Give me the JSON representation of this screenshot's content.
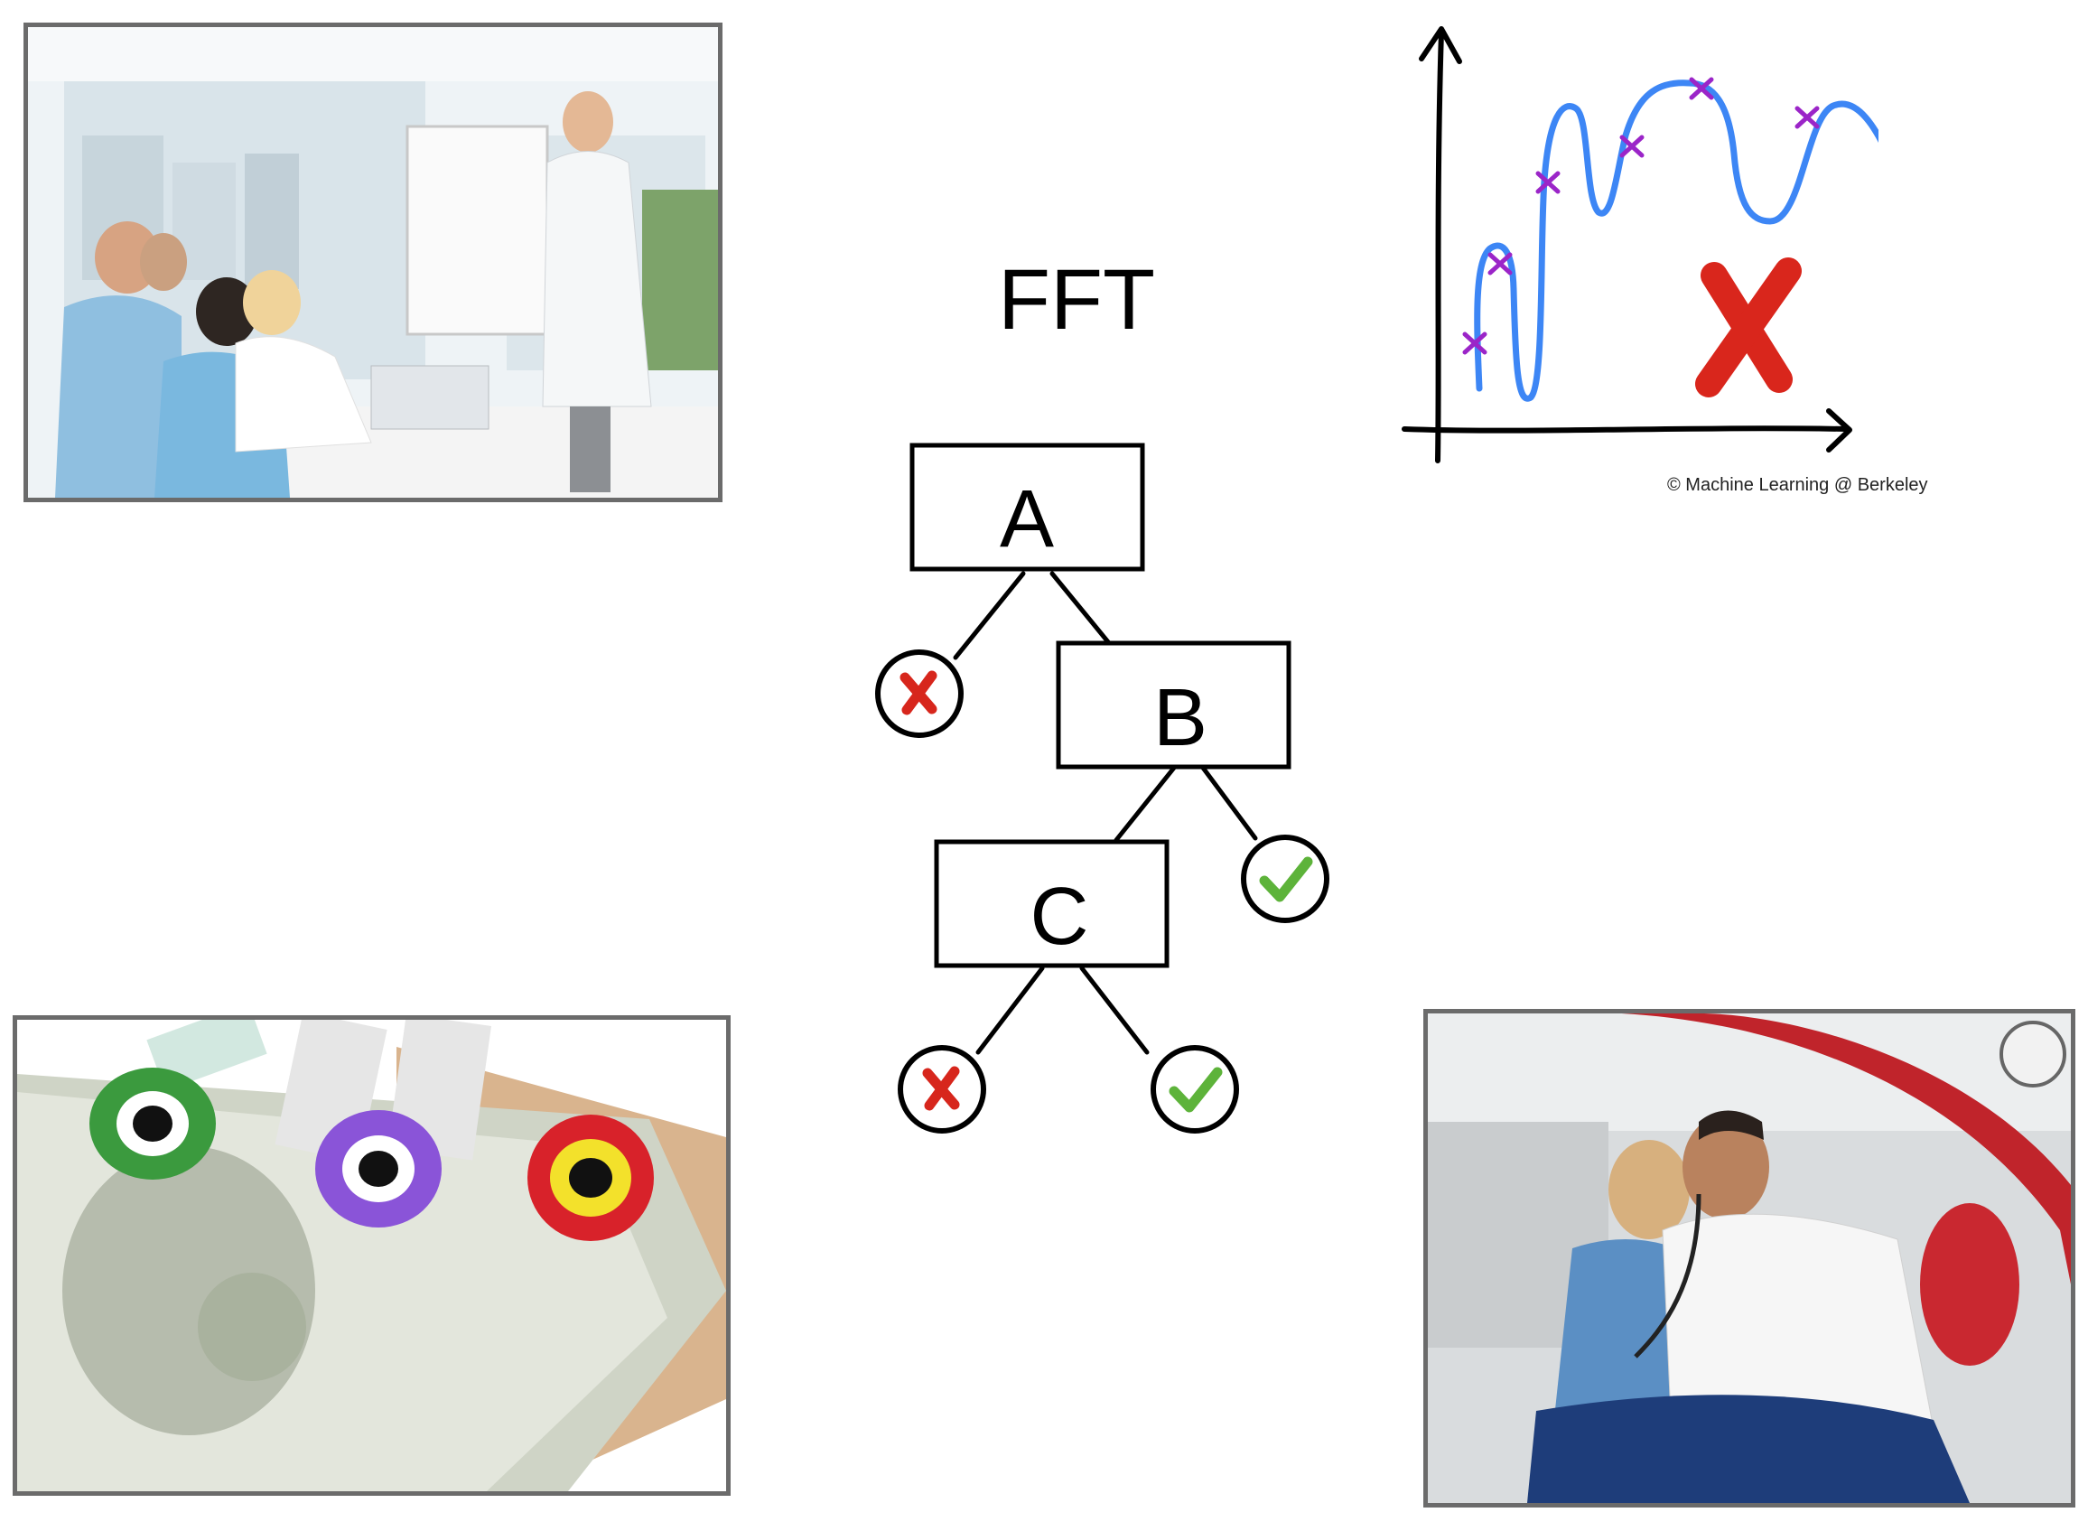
{
  "title": "FFT",
  "tree": {
    "nodes": [
      "A",
      "B",
      "C"
    ],
    "leaves": [
      {
        "parent": "A",
        "outcome": "reject",
        "icon": "red-cross-icon"
      },
      {
        "parent": "B",
        "outcome": "accept",
        "icon": "green-check-icon"
      },
      {
        "parent": "C",
        "outcome": "reject",
        "icon": "red-cross-icon"
      },
      {
        "parent": "C",
        "outcome": "accept",
        "icon": "green-check-icon"
      }
    ],
    "colors": {
      "cross": "#d7261c",
      "check": "#5db33a",
      "line": "#000000"
    }
  },
  "overfit_sketch": {
    "curve_color": "#3d86f5",
    "marker_color": "#9b25c8",
    "cross_color": "#d9261c",
    "copyright": "© Machine Learning @ Berkeley"
  },
  "photos": [
    {
      "name": "doctor-presentation-photo",
      "description_icon": "photo-icon"
    },
    {
      "name": "blood-tubes-money-photo",
      "description_icon": "photo-icon"
    },
    {
      "name": "emergency-room-photo",
      "description_icon": "photo-icon"
    }
  ]
}
